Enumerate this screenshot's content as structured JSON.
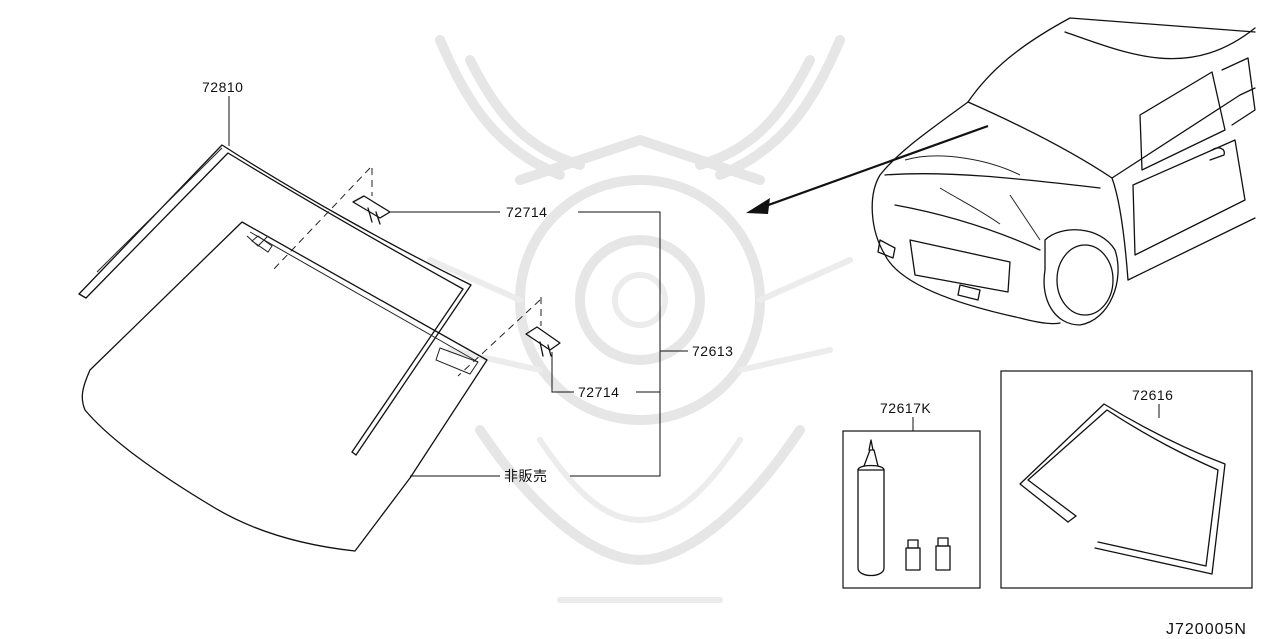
{
  "parts": {
    "molding_main": "72810",
    "clip_upper": "72714",
    "clip_lower": "72714",
    "windshield_glass": "72613",
    "not_for_sale": "非販売",
    "sealant_kit": "72617K",
    "dam_rubber": "72616"
  },
  "diagram_code": "J720005N"
}
